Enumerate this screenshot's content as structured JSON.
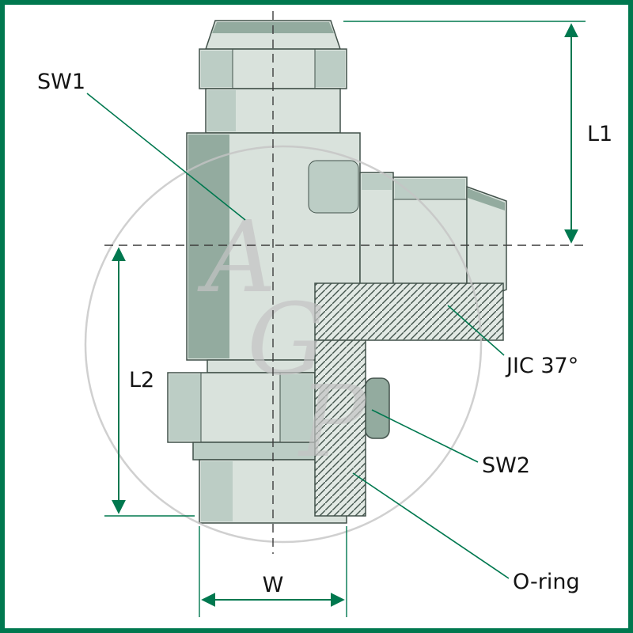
{
  "meta": {
    "kind": "hydraulic-fitting-technical-drawing"
  },
  "watermark": {
    "text": "AGP",
    "letters": [
      "A",
      "G",
      "P"
    ]
  },
  "labels": {
    "sw1": "SW1",
    "l1": "L1",
    "l2": "L2",
    "jic": "JIC 37°",
    "sw2": "SW2",
    "oring": "O-ring",
    "w": "W"
  },
  "colors": {
    "frame": "#00784f",
    "dimension": "#00784f",
    "label_text": "#141414",
    "outline": "#42524b",
    "fill_light": "#d9e2dc",
    "fill_medium": "#bccdc5",
    "fill_dark": "#93ab9f",
    "hatch_bg": "#e2e9e4",
    "hatch_line": "#44564e",
    "centerline": "#3c3c3c",
    "watermark": "#c4c4c4",
    "background": "#ffffff"
  }
}
